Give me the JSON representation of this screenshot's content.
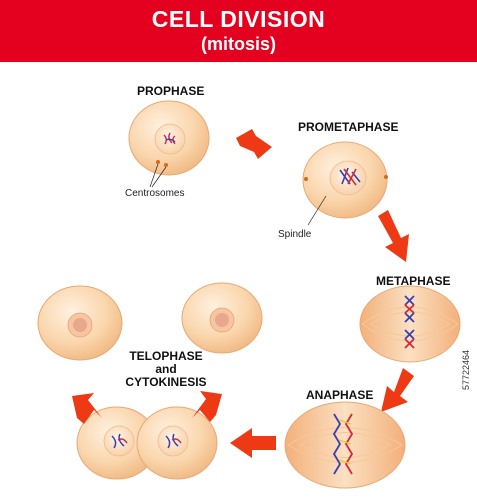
{
  "header": {
    "title": "CELL DIVISION",
    "subtitle": "(mitosis)"
  },
  "stages": {
    "prophase": "PROPHASE",
    "prometaphase": "PROMETAPHASE",
    "metaphase": "METAPHASE",
    "anaphase": "ANAPHASE",
    "telophase_line1": "TELOPHASE",
    "telophase_line2": "and",
    "telophase_line3": "CYTOKINESIS"
  },
  "callouts": {
    "centrosomes": "Centrosomes",
    "spindle": "Spindle"
  },
  "stock_id": "57722464",
  "colors": {
    "banner": "#e4001f",
    "arrow": "#ee3a14",
    "cell": "#f9d3a8",
    "nucleus": "#fbe2c6",
    "chromosome_blue": "#3a3fb0",
    "chromosome_red": "#d6283a"
  }
}
